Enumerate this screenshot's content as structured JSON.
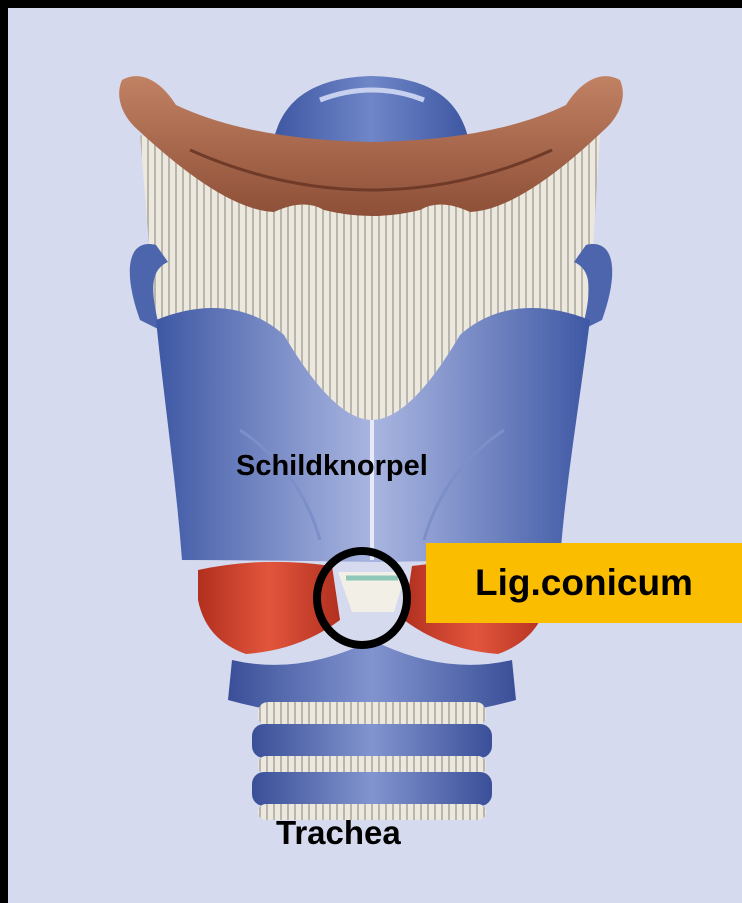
{
  "labels": {
    "thyroid_cartilage": "Schildknorpel",
    "trachea": "Trachea",
    "highlight": "Lig.conicum"
  },
  "colors": {
    "background": "#d5daee",
    "cartilage_blue": "#5d74b7",
    "hyoid_bone": "#a9674a",
    "membrane": "#e8e4d8",
    "muscle": "#c83a2a",
    "callout": "#fbbd00"
  }
}
